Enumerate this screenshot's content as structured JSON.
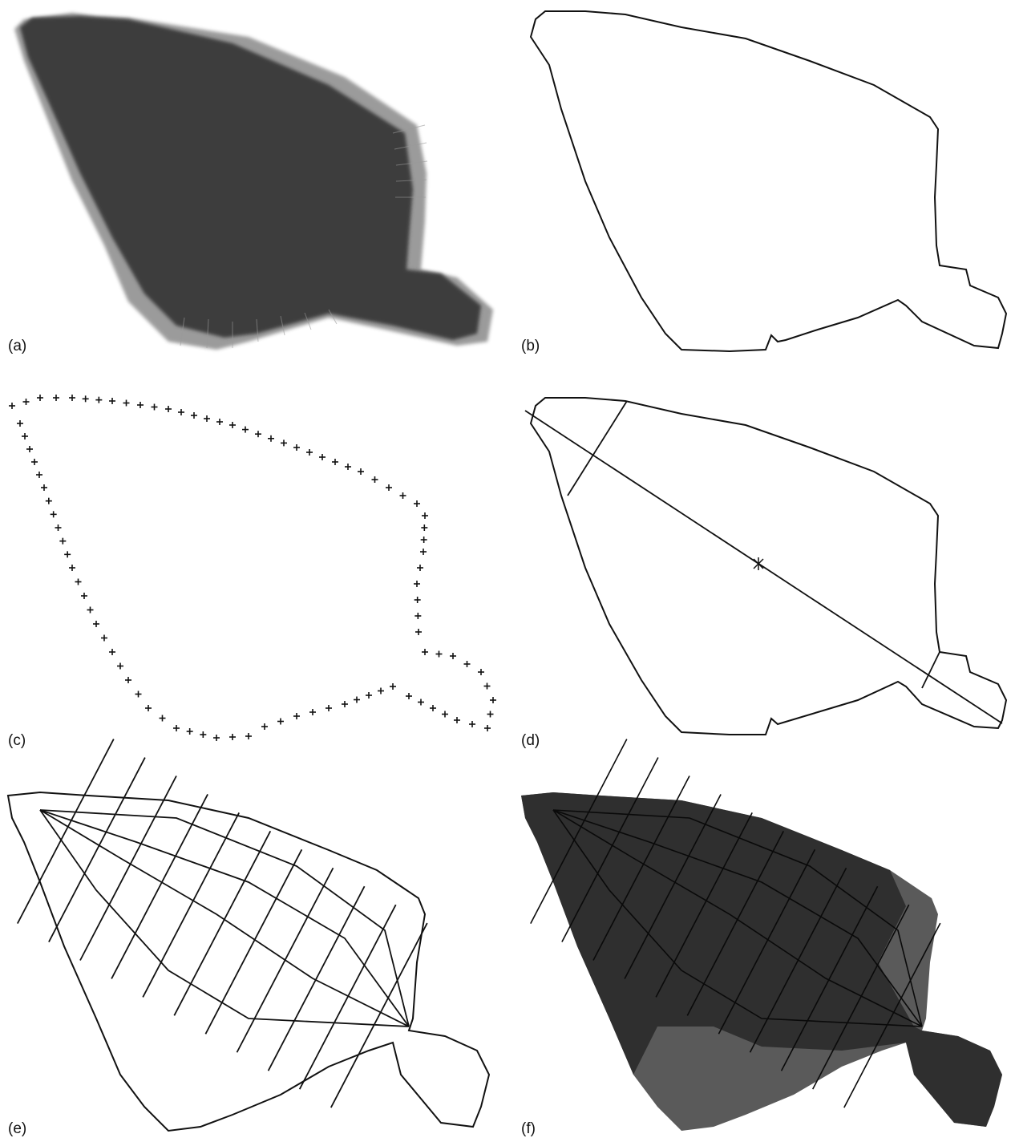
{
  "figure": {
    "panels": [
      {
        "id": "a",
        "label": "(a)",
        "content": "flatfish photograph"
      },
      {
        "id": "b",
        "label": "(b)",
        "content": "extracted outline"
      },
      {
        "id": "c",
        "label": "(c)",
        "content": "sampled outline points"
      },
      {
        "id": "d",
        "label": "(d)",
        "content": "principal axis and centroid"
      },
      {
        "id": "e",
        "label": "(e)",
        "content": "deformed grid on outline"
      },
      {
        "id": "f",
        "label": "(f)",
        "content": "grid over shaded silhouette"
      }
    ]
  },
  "colors": {
    "fish_body": "#3a3a3a",
    "fish_fin": "#6e6e6e",
    "silhouette_dark": "#2e2e2e",
    "silhouette_light": "#5c5c5c",
    "line": "#111111",
    "background": "#ffffff"
  }
}
